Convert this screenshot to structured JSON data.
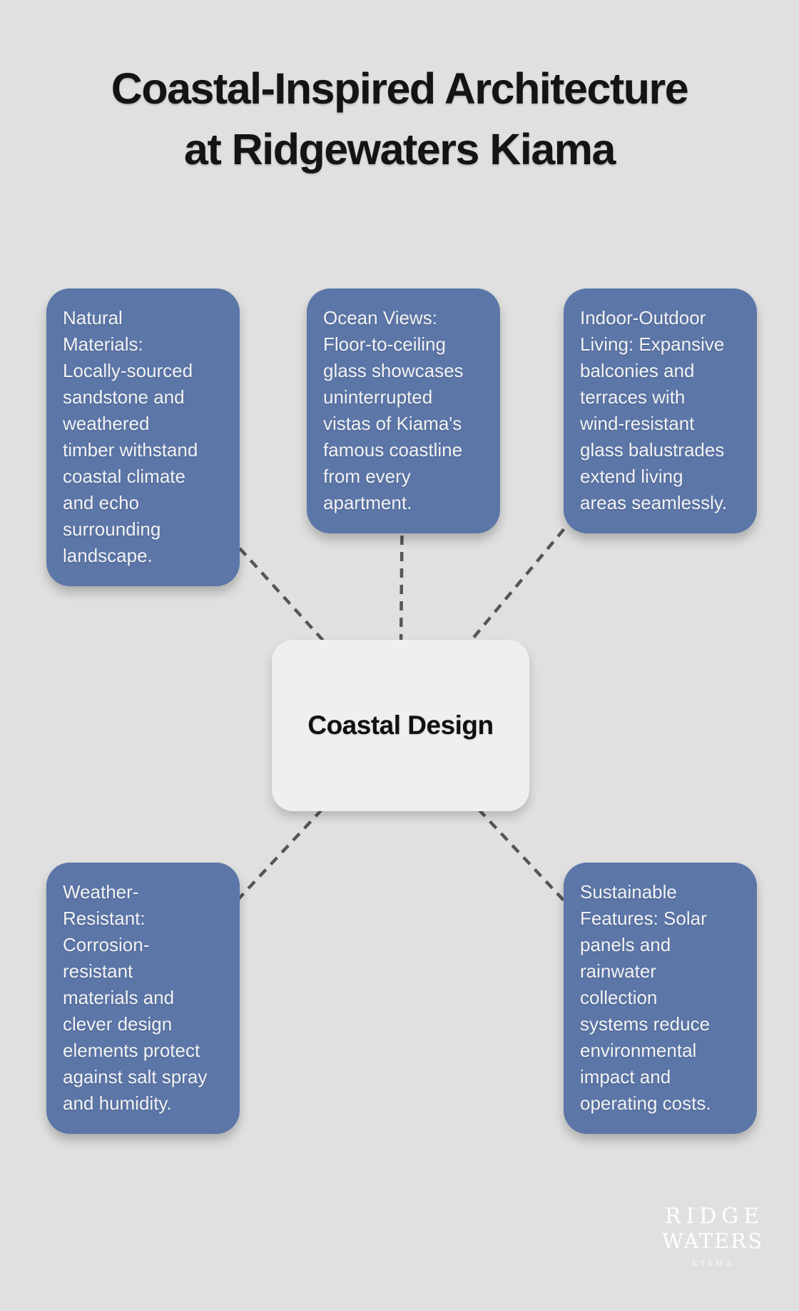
{
  "title": "Coastal-Inspired Architecture\nat Ridgewaters Kiama",
  "center_node": {
    "label": "Coastal Design"
  },
  "nodes": [
    {
      "name": "natural-materials",
      "text": "Natural\nMaterials:\nLocally-sourced\nsandstone and\nweathered\ntimber withstand\ncoastal climate\nand echo\nsurrounding\nlandscape."
    },
    {
      "name": "ocean-views",
      "text": "Ocean Views:\nFloor-to-ceiling\nglass showcases\nuninterrupted\nvistas of Kiama's\nfamous coastline\nfrom every\napartment."
    },
    {
      "name": "indoor-outdoor-living",
      "text": "Indoor-Outdoor\nLiving: Expansive\nbalconies and\nterraces with\nwind-resistant\nglass balustrades\nextend living\nareas seamlessly."
    },
    {
      "name": "weather-resistant",
      "text": "Weather-\nResistant:\nCorrosion-\nresistant\nmaterials and\nclever design\nelements protect\nagainst salt spray\nand humidity."
    },
    {
      "name": "sustainable-features",
      "text": "Sustainable\nFeatures: Solar\npanels and\nrainwater\ncollection\nsystems reduce\nenvironmental\nimpact and\noperating costs."
    }
  ],
  "logo": {
    "line1": "RIDGE",
    "line2": "WATERS",
    "line3": "KIAMA"
  },
  "colors": {
    "background": "#dfe0df",
    "node_blue": "#5c76a8",
    "node_text": "#f2f3f4",
    "center_fill": "#efeff0",
    "center_text": "#111111",
    "connector": "#565656",
    "title_text": "#141414",
    "logo_text": "#ffffff"
  }
}
